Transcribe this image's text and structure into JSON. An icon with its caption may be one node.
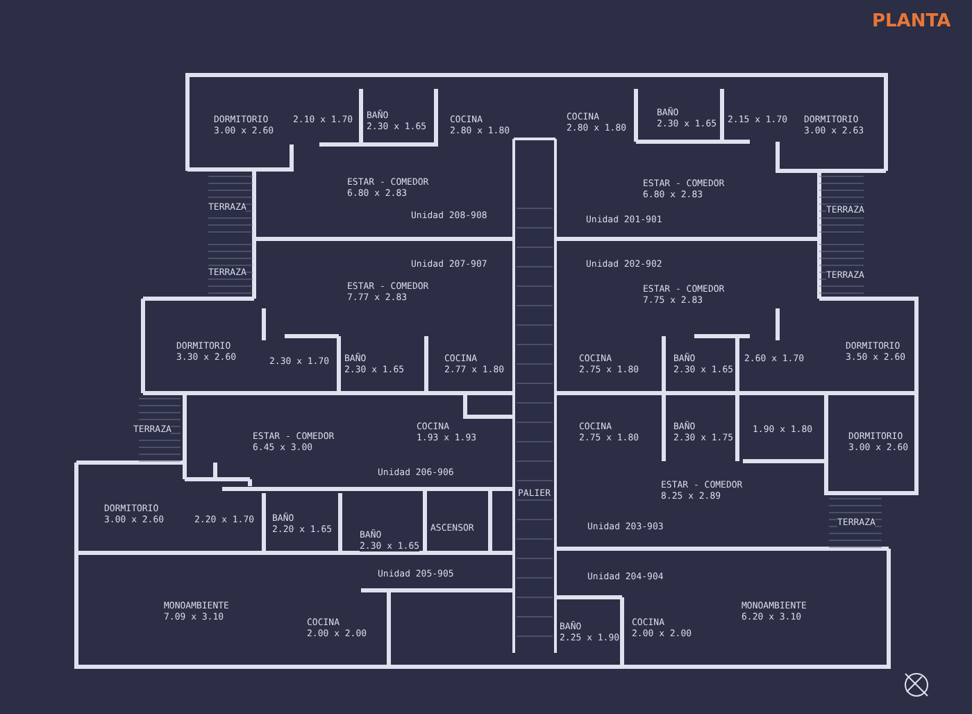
{
  "diagram": {
    "title": "PLANTA",
    "labels": [
      "DORMITORIO",
      "3.00 x 2.60",
      "2.10 x 1.70",
      "BAÑO",
      "2.30 x 1.65",
      "COCINA",
      "2.80 x 1.80",
      "COCINA",
      "2.80 x 1.80",
      "BAÑO",
      "2.30 x 1.65",
      "2.15 x 1.70",
      "DORMITORIO",
      "3.00 x 2.63",
      "ESTAR - COMEDOR",
      "6.80 x 2.83",
      "ESTAR - COMEDOR",
      "6.80 x 2.83",
      "TERRAZA",
      "TERRAZA",
      "Unidad 208-908",
      "Unidad 201-901",
      "Unidad 207-907",
      "Unidad 202-902",
      "TERRAZA",
      "TERRAZA",
      "ESTAR - COMEDOR",
      "7.77 x 2.83",
      "ESTAR - COMEDOR",
      "7.75 x 2.83",
      "DORMITORIO",
      "3.30 x 2.60",
      "DORMITORIO",
      "3.50 x 2.60",
      "2.30 x 1.70",
      "BAÑO",
      "2.30 x 1.65",
      "COCINA",
      "2.77 x 1.80",
      "COCINA",
      "2.75 x 1.80",
      "BAÑO",
      "2.30 x 1.65",
      "2.60 x 1.70",
      "TERRAZA",
      "ESTAR - COMEDOR",
      "6.45 x 3.00",
      "COCINA",
      "1.93 x 1.93",
      "COCINA",
      "2.75 x 1.80",
      "BAÑO",
      "2.30 x 1.75",
      "1.90 x 1.80",
      "DORMITORIO",
      "3.00 x 2.60",
      "Unidad 206-906",
      "PALIER",
      "ESTAR - COMEDOR",
      "8.25 x 2.89",
      "DORMITORIO",
      "3.00 x 2.60",
      "2.20 x 1.70",
      "BAÑO",
      "2.20 x 1.65",
      "BAÑO",
      "2.30 x 1.65",
      "ASCENSOR",
      "TERRAZA",
      "Unidad 203-903",
      "Unidad 205-905",
      "Unidad 204-904",
      "MONOAMBIENTE",
      "7.09 x 3.10",
      "MONOAMBIENTE",
      "6.20 x 3.10",
      "COCINA",
      "2.00 x 2.00",
      "BAÑO",
      "2.25 x 1.90",
      "COCINA",
      "2.00 x 2.00"
    ]
  }
}
